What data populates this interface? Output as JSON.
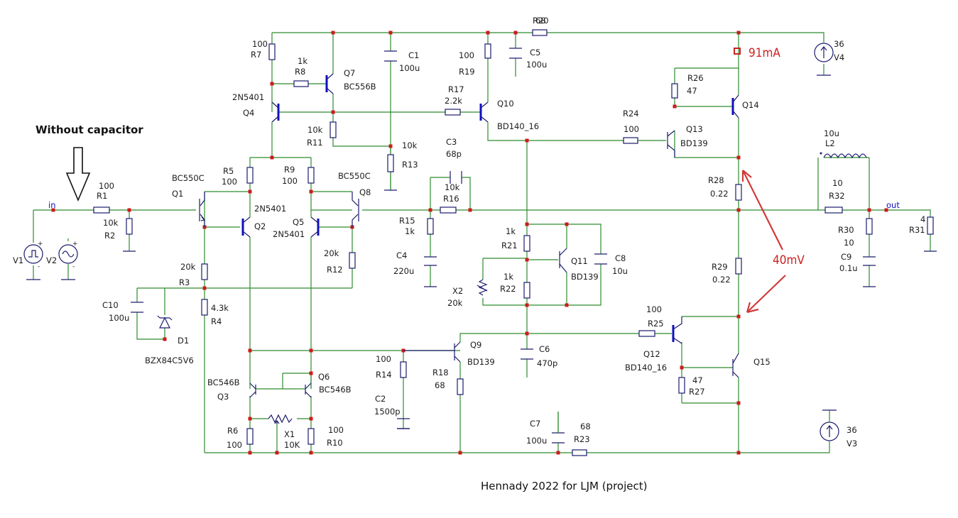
{
  "title": "Hennady 2022 for LJM  (project)",
  "annotation_without_cap": "Without capacitor",
  "current_annotation": "91mA",
  "voltage_annotation": "40mV",
  "nets": {
    "in": "in",
    "out": "out"
  },
  "parts": {
    "R1": {
      "ref": "R1",
      "val": "100"
    },
    "R2": {
      "ref": "R2",
      "val": "10k"
    },
    "R3": {
      "ref": "R3",
      "val": "20k"
    },
    "R4": {
      "ref": "R4",
      "val": "4.3k"
    },
    "R5": {
      "ref": "R5",
      "val": "100"
    },
    "R6": {
      "ref": "R6",
      "val": "100"
    },
    "R7": {
      "ref": "R7",
      "val": "100"
    },
    "R8": {
      "ref": "R8",
      "val": "1k"
    },
    "R9": {
      "ref": "R9",
      "val": "100"
    },
    "R10": {
      "ref": "R10",
      "val": "100"
    },
    "R11": {
      "ref": "R11",
      "val": "10k"
    },
    "R12": {
      "ref": "R12",
      "val": "20k"
    },
    "R13": {
      "ref": "R13",
      "val": "10k"
    },
    "R14": {
      "ref": "R14",
      "val": "100"
    },
    "R15": {
      "ref": "R15",
      "val": "1k"
    },
    "R16": {
      "ref": "R16",
      "val": "10k"
    },
    "R17": {
      "ref": "R17",
      "val": "2.2k"
    },
    "R18": {
      "ref": "R18",
      "val": "68"
    },
    "R19": {
      "ref": "R19",
      "val": "100"
    },
    "R20": {
      "ref": "R20",
      "val": "68"
    },
    "R21": {
      "ref": "R21",
      "val": "1k"
    },
    "R22": {
      "ref": "R22",
      "val": "1k"
    },
    "R23": {
      "ref": "R23",
      "val": "68"
    },
    "R24": {
      "ref": "R24",
      "val": "100"
    },
    "R25": {
      "ref": "R25",
      "val": "100"
    },
    "R26": {
      "ref": "R26",
      "val": "47"
    },
    "R27": {
      "ref": "R27",
      "val": "47"
    },
    "R28": {
      "ref": "R28",
      "val": "0.22"
    },
    "R29": {
      "ref": "R29",
      "val": "0.22"
    },
    "R30": {
      "ref": "R30",
      "val": "10"
    },
    "R31": {
      "ref": "R31",
      "val": "4"
    },
    "R32": {
      "ref": "R32",
      "val": "10"
    },
    "C1": {
      "ref": "C1",
      "val": "100u"
    },
    "C2": {
      "ref": "C2",
      "val": "1500p"
    },
    "C3": {
      "ref": "C3",
      "val": "68p"
    },
    "C4": {
      "ref": "C4",
      "val": "220u"
    },
    "C5": {
      "ref": "C5",
      "val": "100u"
    },
    "C6": {
      "ref": "C6",
      "val": "470p"
    },
    "C7": {
      "ref": "C7",
      "val": "100u"
    },
    "C8": {
      "ref": "C8",
      "val": "10u"
    },
    "C9": {
      "ref": "C9",
      "val": "0.1u"
    },
    "C10": {
      "ref": "C10",
      "val": "100u"
    },
    "L2": {
      "ref": "L2",
      "val": "10u"
    },
    "D1": {
      "ref": "D1",
      "val": "BZX84C5V6"
    },
    "X1": {
      "ref": "X1",
      "val": "10K"
    },
    "X2": {
      "ref": "X2",
      "val": "20k"
    },
    "V1": {
      "ref": "V1"
    },
    "V2": {
      "ref": "V2"
    },
    "V3": {
      "ref": "V3",
      "val": "36"
    },
    "V4": {
      "ref": "V4",
      "val": "36"
    },
    "Q1": {
      "ref": "Q1",
      "val": "BC550C"
    },
    "Q2": {
      "ref": "Q2",
      "val": "2N5401"
    },
    "Q3": {
      "ref": "Q3",
      "val": "BC546B"
    },
    "Q4": {
      "ref": "Q4",
      "val": "2N5401"
    },
    "Q5": {
      "ref": "Q5",
      "val": "2N5401"
    },
    "Q6": {
      "ref": "Q6",
      "val": "BC546B"
    },
    "Q7": {
      "ref": "Q7",
      "val": "BC556B"
    },
    "Q8": {
      "ref": "Q8",
      "val": "BC550C"
    },
    "Q9": {
      "ref": "Q9",
      "val": "BD139"
    },
    "Q10": {
      "ref": "Q10",
      "val": "BD140_16"
    },
    "Q11": {
      "ref": "Q11",
      "val": "BD139"
    },
    "Q12": {
      "ref": "Q12",
      "val": "BD140_16"
    },
    "Q13": {
      "ref": "Q13",
      "val": "BD139"
    },
    "Q14": {
      "ref": "Q14"
    },
    "Q15": {
      "ref": "Q15"
    }
  },
  "colors": {
    "wire": "#2e8b2e",
    "component": "#1c1c6e",
    "transistor_bar": "#1010c0",
    "annotation": "#cc2222"
  }
}
